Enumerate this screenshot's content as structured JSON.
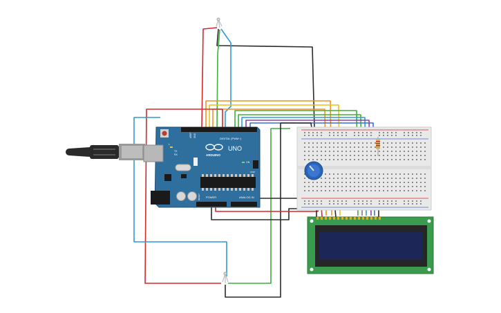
{
  "arduino": {
    "logo_text": "ARDUINO",
    "model_text": "UNO",
    "digital_header_label": "DIGITAL (PWM~)",
    "power_label": "POWER",
    "analog_label": "ANALOG IN",
    "reset_label": "RESET",
    "aref_label": "AREF",
    "gnd_label": "GND",
    "tx_label": "TX",
    "rx_label": "RX",
    "l_label": "L",
    "on_label": "ON",
    "icsp_label": "ICSP"
  },
  "colors": {
    "board": "#2e6f9e",
    "board_edge": "#1f4f73",
    "breadboard": "#e9e9e9",
    "lcd_pcb": "#3a9a4e",
    "lcd_screen": "#1c2757",
    "wire_red": "#d6262a",
    "wire_black": "#2a2a2a",
    "wire_green": "#3fae3f",
    "wire_blue": "#2e9bd6",
    "wire_orange": "#f0921e",
    "wire_yellow": "#e8c21a",
    "wire_purple": "#8a3fb0",
    "wire_gray": "#8c8c8c"
  },
  "icons": {
    "usb_cable": "usb-b-cable-icon",
    "potentiometer": "potentiometer-icon",
    "resistor": "resistor-icon",
    "ultrasonic_sensor_top": "sensor-icon",
    "ultrasonic_sensor_bottom": "sensor-icon"
  }
}
